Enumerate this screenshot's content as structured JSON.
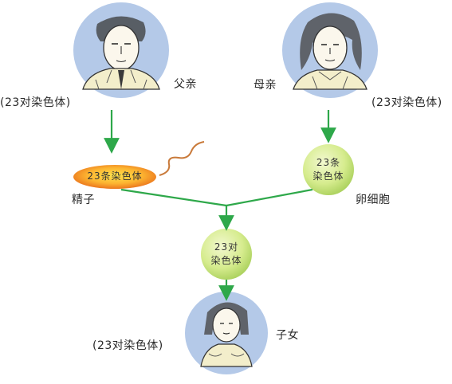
{
  "father": {
    "label": "父亲",
    "chromosomes": "(23对染色体)"
  },
  "mother": {
    "label": "母亲",
    "chromosomes": "(23对染色体)"
  },
  "sperm": {
    "label": "精子",
    "inner": "23条染色体"
  },
  "egg": {
    "label": "卵细胞",
    "inner": "23条\n染色体"
  },
  "zygote": {
    "inner": "23对\n染色体"
  },
  "child": {
    "label": "子女",
    "chromosomes": "(23对染色体)"
  },
  "colors": {
    "portrait_bg": "#b4c9e8",
    "arrow": "#2ea84a",
    "cell_fill": "#d6ec8e",
    "cell_edge": "#a8cf5a",
    "sperm_core": "#ffe34d",
    "sperm_edge": "#e86a1a"
  }
}
